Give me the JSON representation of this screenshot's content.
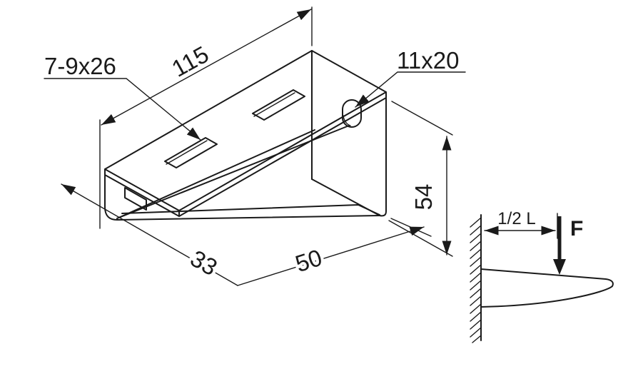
{
  "main_view": {
    "length_dimension": "115",
    "slot_dimension": "7-9x26",
    "hole_dimension": "11x20",
    "height_dimension": "54",
    "tip_width_dimension": "33",
    "depth_dimension": "50"
  },
  "load_diagram": {
    "half_length_label": "1/2 L",
    "force_label": "F"
  },
  "colors": {
    "line": "#1a1a1a",
    "background": "#ffffff"
  }
}
